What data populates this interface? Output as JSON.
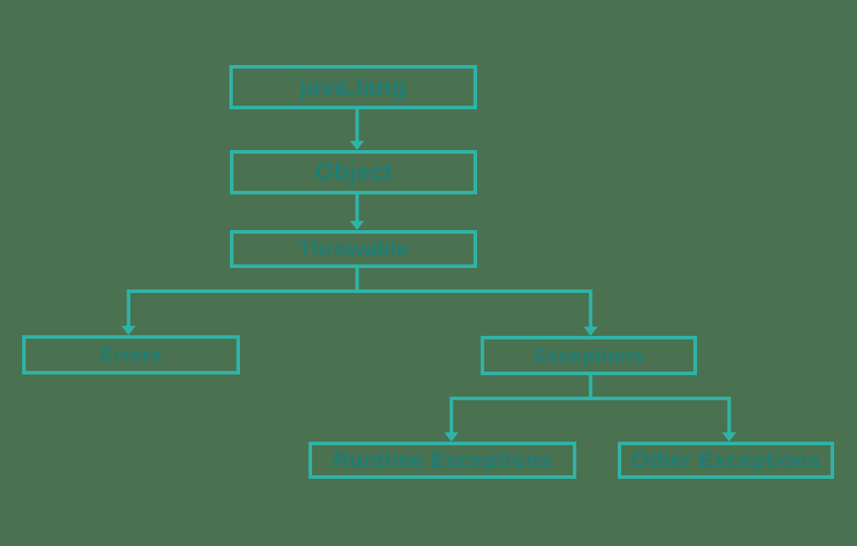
{
  "diagram": {
    "type": "flowchart",
    "description": "Java exception class hierarchy",
    "colors": {
      "background": "#4A7150",
      "accent": "#2FB3A7",
      "text": "#1E7E76"
    },
    "nodes": [
      {
        "id": "java-lang",
        "label": "java.lang"
      },
      {
        "id": "object",
        "label": "Object"
      },
      {
        "id": "throwable",
        "label": "Throwable"
      },
      {
        "id": "errors",
        "label": "Errors"
      },
      {
        "id": "exceptions",
        "label": "Exceptions"
      },
      {
        "id": "runtime-exceptions",
        "label": "Runtime Exceptions"
      },
      {
        "id": "other-exceptions",
        "label": "Other Exceptions"
      }
    ],
    "edges": [
      {
        "from": "java-lang",
        "to": "object"
      },
      {
        "from": "object",
        "to": "throwable"
      },
      {
        "from": "throwable",
        "to": "errors"
      },
      {
        "from": "throwable",
        "to": "exceptions"
      },
      {
        "from": "exceptions",
        "to": "runtime-exceptions"
      },
      {
        "from": "exceptions",
        "to": "other-exceptions"
      }
    ]
  }
}
